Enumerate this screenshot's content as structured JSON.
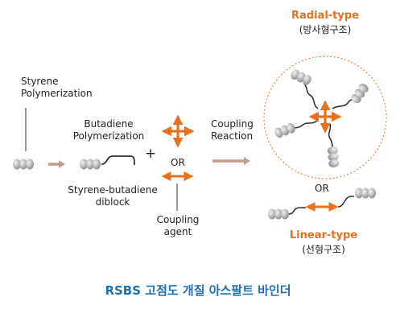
{
  "labels": {
    "styrene_poly_line1": "Styrene",
    "styrene_poly_line2": "Polymerization",
    "butadiene_poly_line1": "Butadiene",
    "butadiene_poly_line2": "Polymerization",
    "diblock_line1": "Styrene-butadiene",
    "diblock_line2": "diblock",
    "coupling_agent_line1": "Coupling",
    "coupling_agent_line2": "agent",
    "coupling_reaction_line1": "Coupling",
    "coupling_reaction_line2": "Reaction",
    "plus": "+",
    "or_agent": "OR",
    "or_product": "OR",
    "radial_title": "Radial-type",
    "radial_subtitle": "(방사형구조)",
    "linear_title": "Linear-type",
    "linear_subtitle": "(선형구조)",
    "bottom_caption": "RSBS 고점도 개질 아스팔트 바인더"
  },
  "colors": {
    "accent_orange": "#e8701f",
    "caption_blue": "#1f6fb3",
    "process_arrow": "#c49a8c",
    "bead_gray": "#b7b7b7",
    "chain": "#333333"
  }
}
